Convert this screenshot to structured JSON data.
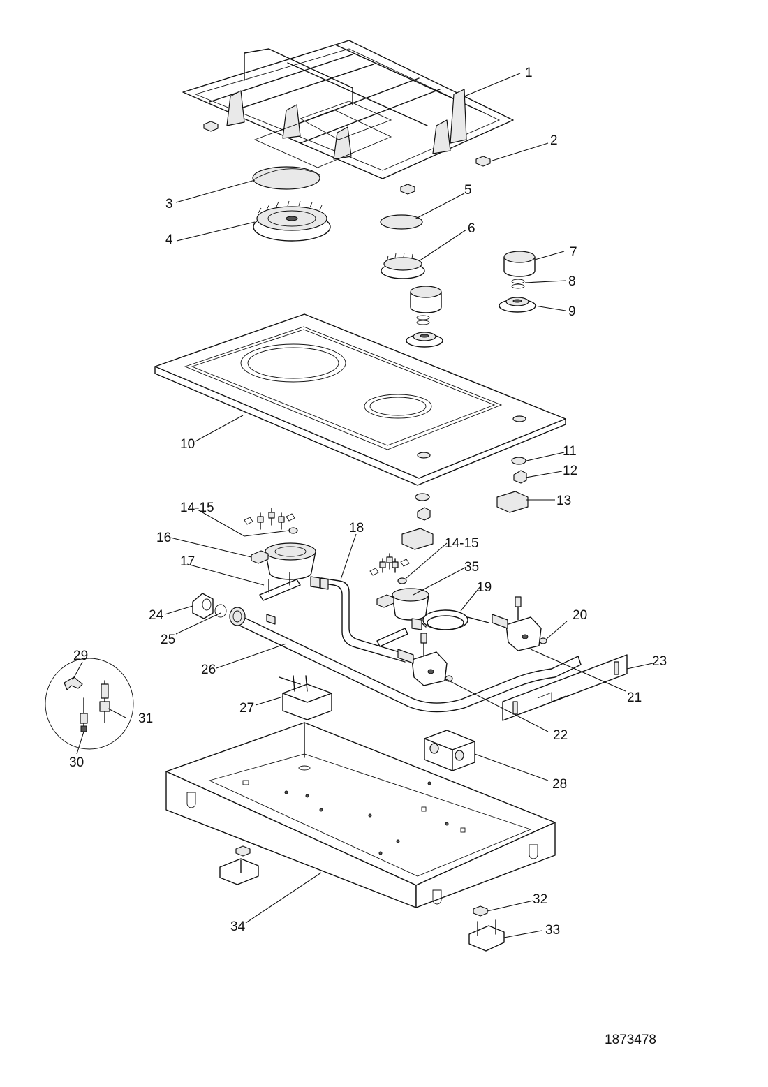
{
  "diagram": {
    "labels": {
      "l1": "1",
      "l2": "2",
      "l3": "3",
      "l4": "4",
      "l5": "5",
      "l6": "6",
      "l7": "7",
      "l8": "8",
      "l9": "9",
      "l10": "10",
      "l11": "11",
      "l12": "12",
      "l13": "13",
      "l14a": "14-15",
      "l16": "16",
      "l17": "17",
      "l18": "18",
      "l14b": "14-15",
      "l35": "35",
      "l19": "19",
      "l20": "20",
      "l24": "24",
      "l25": "25",
      "l26": "26",
      "l23": "23",
      "l21": "21",
      "l29": "29",
      "l31": "31",
      "l30": "30",
      "l27": "27",
      "l22": "22",
      "l28": "28",
      "l32": "32",
      "l33": "33",
      "l34": "34"
    },
    "drawing_number": "1873478"
  }
}
